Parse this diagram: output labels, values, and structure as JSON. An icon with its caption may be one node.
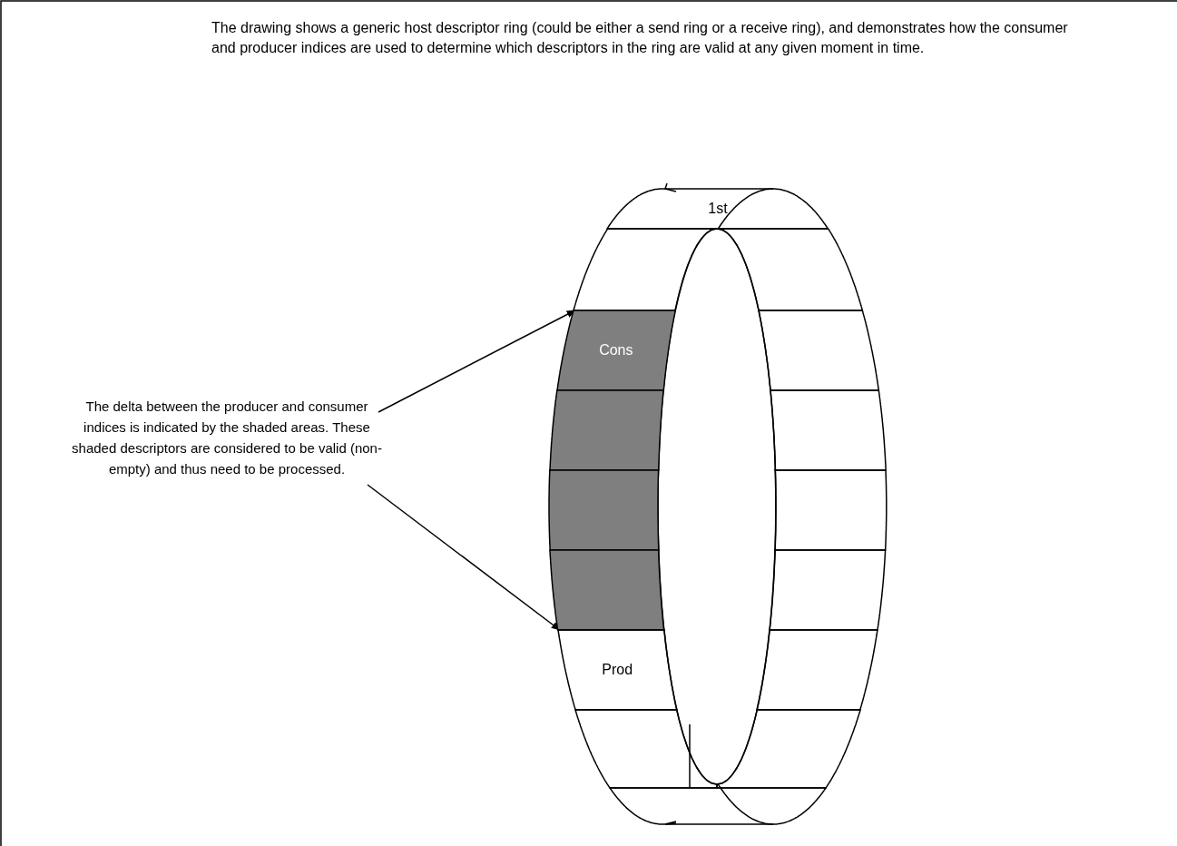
{
  "diagram": {
    "title": "The drawing shows a generic host descriptor ring (could be either a send ring or a receive ring), and demonstrates how the consumer and producer indices are used to determine which descriptors in the ring are valid at any given moment in time.",
    "nodes": [
      {
        "text": [
          "The delta between the producer and consumer indices is indicated by the shaded areas.  These shaded descriptors are considered to be valid (non-empty) and thus need to be processed."
        ]
      },
      {
        "text": [
          "1st"
        ]
      },
      {
        "text": [],
        "shape": "box"
      },
      {
        "text": [
          "Cons"
        ]
      },
      {
        "text": [],
        "shape": "box"
      },
      {
        "text": [],
        "shape": "box"
      },
      {
        "text": [],
        "shape": "box"
      },
      {
        "text": [
          "Prod"
        ]
      },
      {
        "text": [],
        "shape": "box"
      },
      {
        "text": [],
        "shape": "box"
      },
      {
        "text": [],
        "shape": "box"
      },
      {
        "text": [],
        "shape": "box"
      },
      {
        "text": [],
        "shape": "box"
      },
      {
        "text": [],
        "shape": "box"
      },
      {
        "text": [],
        "shape": "box"
      },
      {
        "text": [],
        "shape": "box"
      },
      {
        "text": [],
        "shape": "box"
      }
    ],
    "edges": [
      {
        "from": 0,
        "to": 3,
        "arrow": "to"
      },
      {
        "from": 0,
        "to": 6,
        "arrow": "to"
      }
    ]
  }
}
